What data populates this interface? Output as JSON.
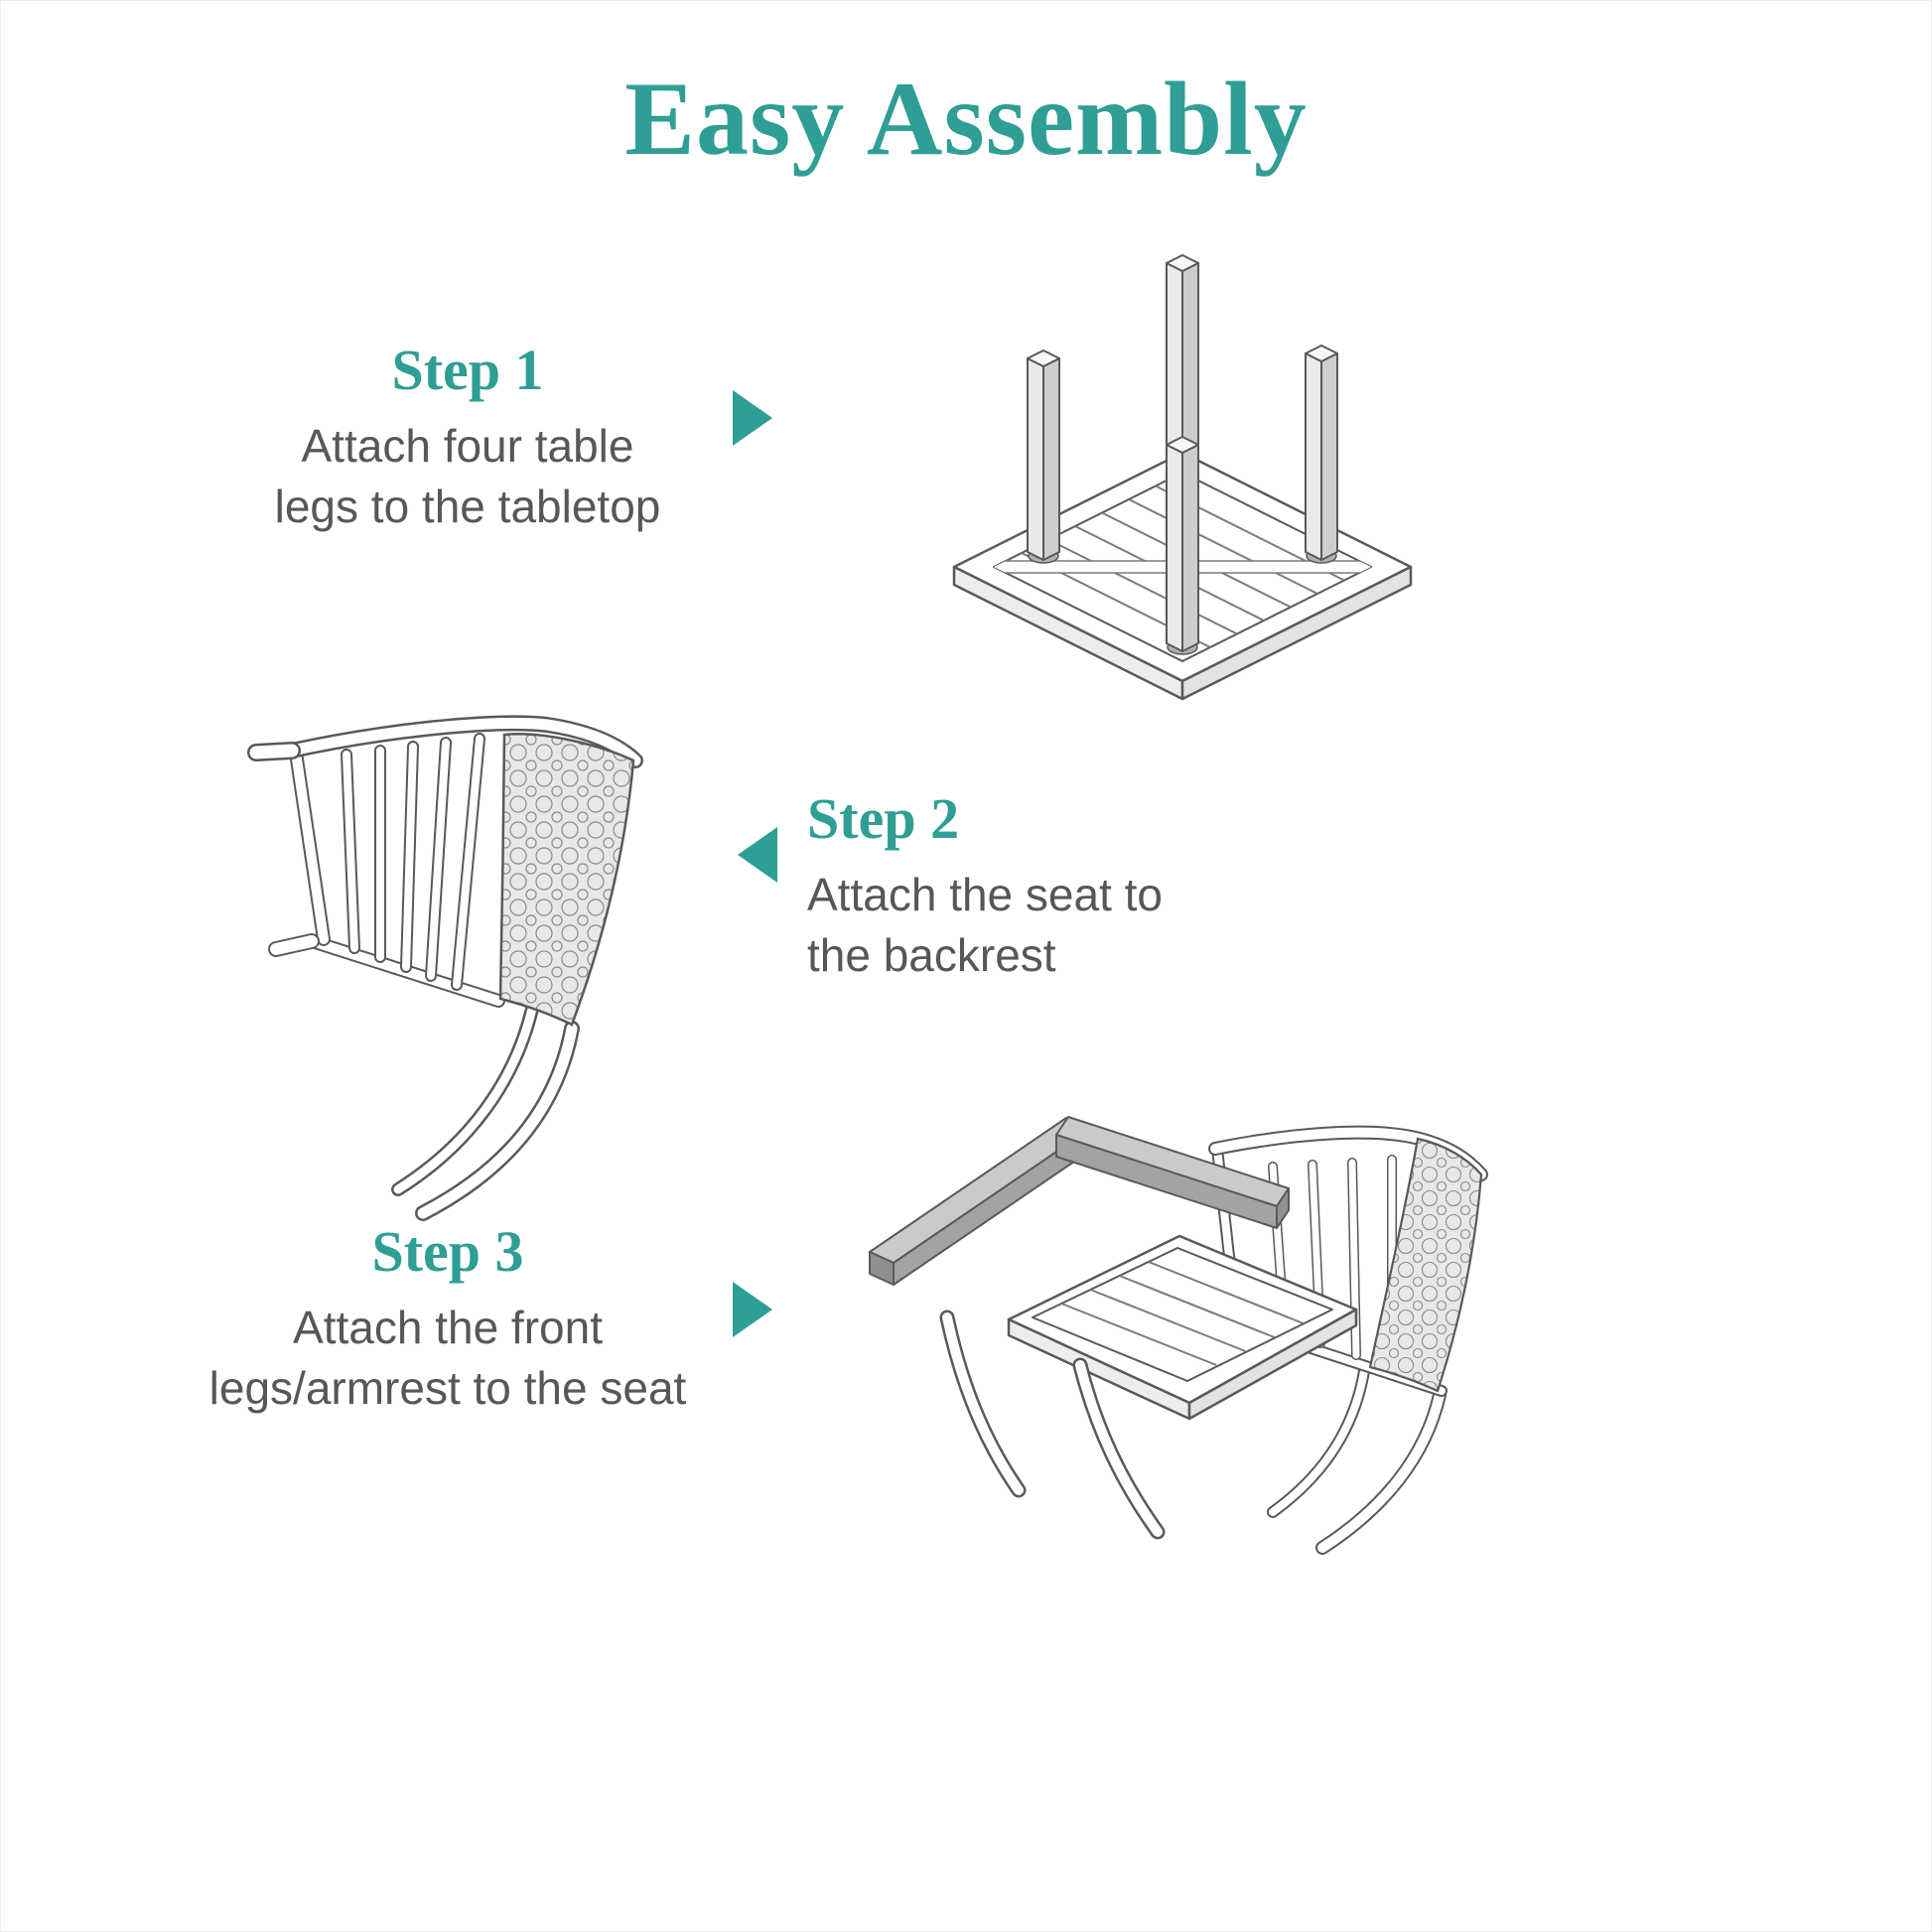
{
  "title": "Easy Assembly",
  "colors": {
    "accent_teal": "#2F9E95",
    "text_gray": "#565759",
    "line_art_gray": "#58595B",
    "fill_light_gray": "#D9DADC"
  },
  "steps": [
    {
      "label": "Step 1",
      "description": "Attach four table\nlegs to the tabletop",
      "arrow_direction": "right",
      "illustration": "upside-down-table-with-four-legs"
    },
    {
      "label": "Step 2",
      "description": "Attach the seat to\nthe backrest",
      "arrow_direction": "left",
      "illustration": "chair-backrest-with-slats-and-lattice"
    },
    {
      "label": "Step 3",
      "description": "Attach the front\nlegs/armrest to the seat",
      "arrow_direction": "right",
      "illustration": "chair-seat-with-armrest-and-backrest"
    }
  ]
}
